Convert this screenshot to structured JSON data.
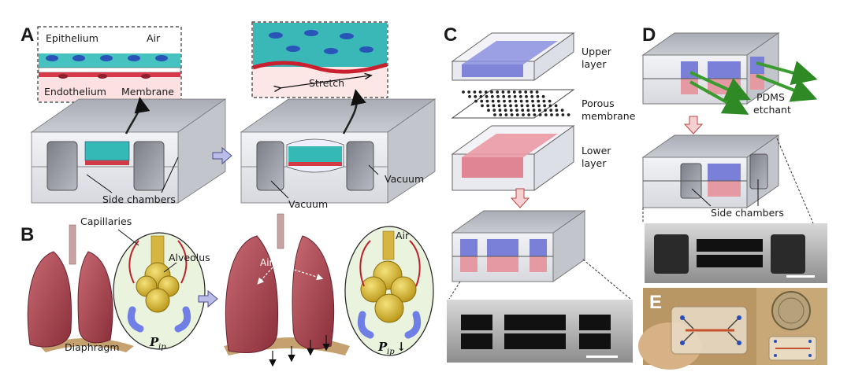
{
  "panels": {
    "a": {
      "letter": "A",
      "labels": {
        "epithelium": "Epithelium",
        "air": "Air",
        "endothelium": "Endothelium",
        "membrane": "Membrane",
        "stretch": "Stretch",
        "side_chambers": "Side chambers",
        "vacuum_left": "Vacuum",
        "vacuum_right": "Vacuum"
      }
    },
    "b": {
      "letter": "B",
      "labels": {
        "capillaries": "Capillaries",
        "alveolus": "Alveolus",
        "diaphragm": "Diaphragm",
        "air_inside_lung": "Air",
        "air_alveolus": "Air",
        "pip_main": "P",
        "pip_sub": "ip",
        "pip_arrow": "↓"
      }
    },
    "c": {
      "letter": "C",
      "labels": {
        "upper_layer_1": "Upper",
        "upper_layer_2": "layer",
        "porous_1": "Porous",
        "porous_2": "membrane",
        "lower_layer_1": "Lower",
        "lower_layer_2": "layer"
      }
    },
    "d": {
      "letter": "D",
      "labels": {
        "pdms_1": "PDMS",
        "pdms_2": "etchant",
        "side_chambers": "Side chambers"
      }
    },
    "e": {
      "letter": "E"
    }
  },
  "colors": {
    "device_top": "#bfc1c8",
    "device_front": "#e8e9ee",
    "device_side": "#d3d5dc",
    "blue_channel": "#7a7fd8",
    "red_channel": "#e59aa3",
    "epithelium_cells": "#2fb3b0",
    "lung": "#b4525c",
    "alveolus": "#e1c23a",
    "arrow_green": "#3a9b2e",
    "vacuum_blue": "#6f7fe6"
  }
}
